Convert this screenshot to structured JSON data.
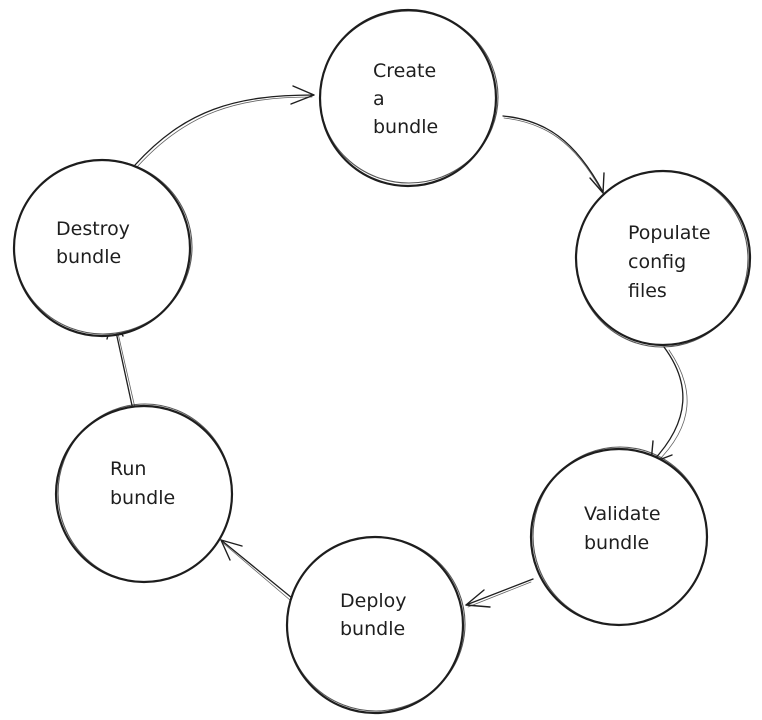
{
  "diagram": {
    "nodes": [
      {
        "id": "create",
        "lines": [
          "Create",
          "a",
          "bundle"
        ]
      },
      {
        "id": "populate",
        "lines": [
          "Populate",
          "config",
          "files"
        ]
      },
      {
        "id": "validate",
        "lines": [
          "Validate",
          "bundle"
        ]
      },
      {
        "id": "deploy",
        "lines": [
          "Deploy",
          "bundle"
        ]
      },
      {
        "id": "run",
        "lines": [
          "Run",
          "bundle"
        ]
      },
      {
        "id": "destroy",
        "lines": [
          "Destroy",
          "bundle"
        ]
      }
    ],
    "edges": [
      {
        "from": "create",
        "to": "populate"
      },
      {
        "from": "populate",
        "to": "validate"
      },
      {
        "from": "validate",
        "to": "deploy"
      },
      {
        "from": "deploy",
        "to": "run"
      },
      {
        "from": "run",
        "to": "destroy"
      },
      {
        "from": "destroy",
        "to": "create"
      }
    ],
    "colors": {
      "stroke": "#1e1e1e",
      "background": "#ffffff"
    }
  }
}
